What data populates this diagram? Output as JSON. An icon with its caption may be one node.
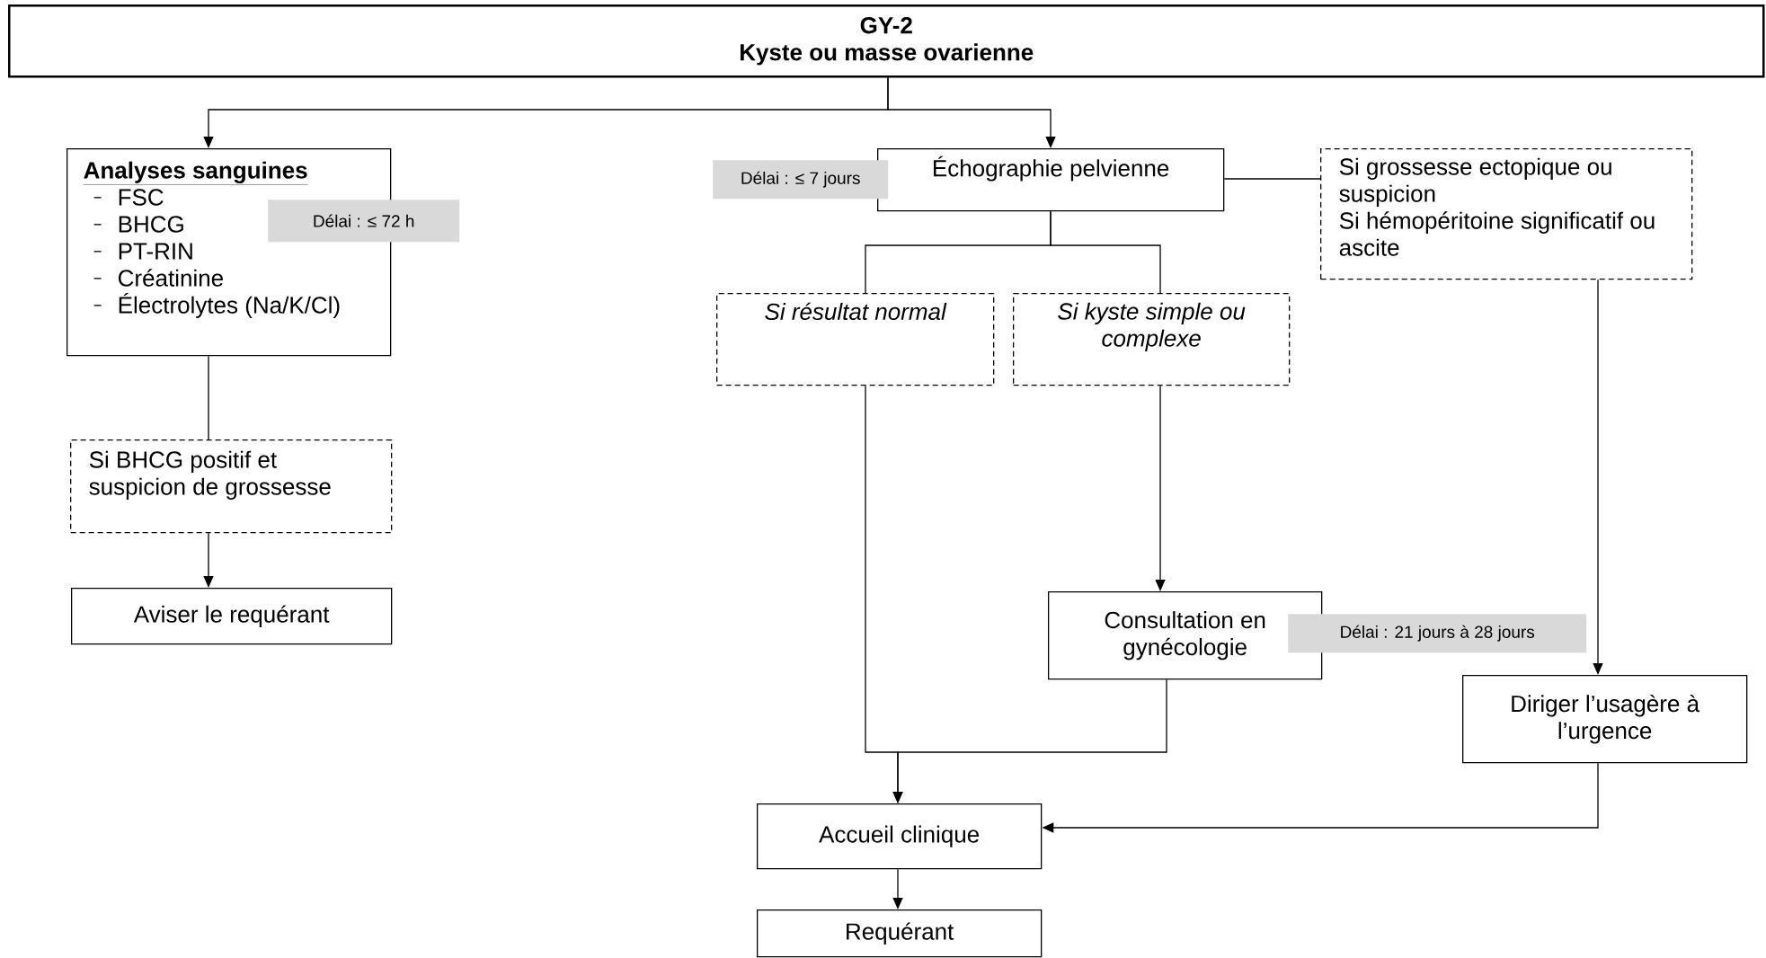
{
  "diagram": {
    "nodes": [
      {
        "text": [
          "GY-2",
          "Kyste ou masse ovarienne"
        ]
      },
      {
        "text": [
          "Analyses sanguines",
          "FSC",
          "BHCG",
          "PT-RIN",
          "Créatinine",
          "Électrolytes (Na/K/Cl)",
          "Délai : ≤ 72 h"
        ]
      },
      {
        "text": [
          "Échographie pelvienne"
        ],
        "beside": [
          "Délai : ≤ 7 jours"
        ]
      },
      {
        "text": [
          "Si grossesse ectopique ou suspicion",
          "Si hémopéritoine significatif ou ascite"
        ]
      },
      {
        "text": [
          "Si résultat normal"
        ]
      },
      {
        "text": [
          "Si kyste simple ou complexe"
        ]
      },
      {
        "text": [
          "Si BHCG positif et suspicion de grossesse"
        ]
      },
      {
        "text": [
          "Aviser le requérant"
        ]
      },
      {
        "text": [
          "Consultation en gynécologie"
        ],
        "beside": [
          "Délai : 21 jours à 28 jours"
        ]
      },
      {
        "text": [
          "Diriger l’usagère à l’urgence"
        ]
      },
      {
        "text": [
          "Accueil clinique"
        ]
      },
      {
        "text": [
          "Requérant"
        ]
      }
    ],
    "edges": [
      {
        "from": 0,
        "to": 1,
        "arrow": "to"
      },
      {
        "from": 0,
        "to": 2,
        "arrow": "to"
      },
      {
        "from": 1,
        "to": 6,
        "arrow": "none"
      },
      {
        "from": 6,
        "to": 7,
        "arrow": "to"
      },
      {
        "from": 2,
        "to": 3,
        "arrow": "none"
      },
      {
        "from": 2,
        "to": 4,
        "arrow": "none"
      },
      {
        "from": 2,
        "to": 5,
        "arrow": "none"
      },
      {
        "from": 5,
        "to": 8,
        "arrow": "to"
      },
      {
        "from": 3,
        "to": 9,
        "arrow": "to"
      },
      {
        "from": 4,
        "to": 10,
        "arrow": "to"
      },
      {
        "from": 8,
        "to": 10,
        "arrow": "to"
      },
      {
        "from": 9,
        "to": 10,
        "arrow": "to"
      },
      {
        "from": 10,
        "to": 11,
        "arrow": "to"
      }
    ]
  }
}
